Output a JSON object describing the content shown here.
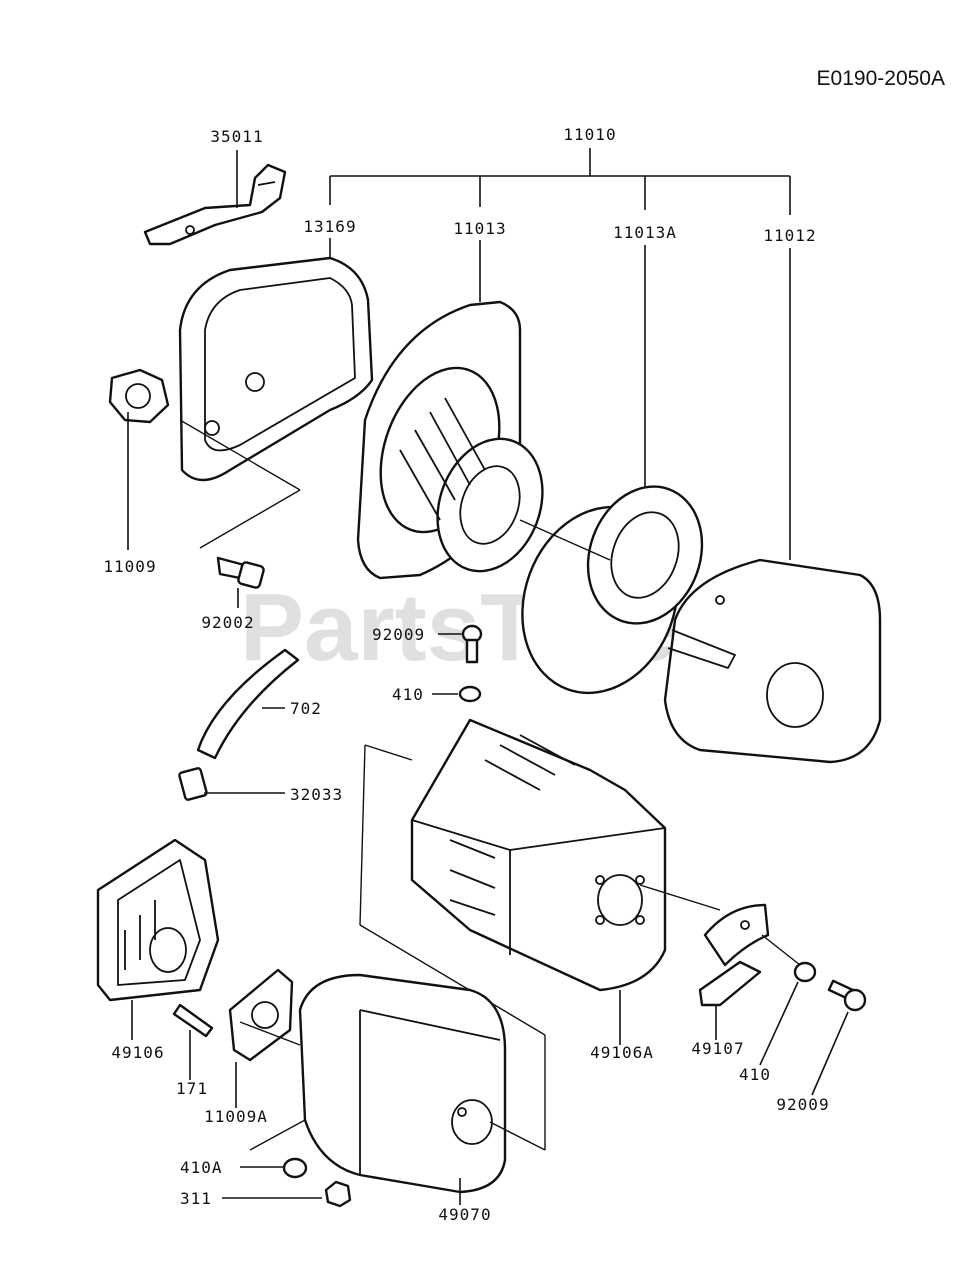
{
  "reference_code": "E0190-2050A",
  "watermark": "PartsTree",
  "callouts": {
    "c35011": "35011",
    "c11010": "11010",
    "c13169": "13169",
    "c11013": "11013",
    "c11013a": "11013A",
    "c11012": "11012",
    "c11009": "11009",
    "c92002": "92002",
    "c92009_top": "92009",
    "c410_top": "410",
    "c702": "702",
    "c32033": "32033",
    "c49106": "49106",
    "c171": "171",
    "c11009a": "11009A",
    "c410a": "410A",
    "c311": "311",
    "c49070": "49070",
    "c49106a": "49106A",
    "c49107": "49107",
    "c410_bottom": "410",
    "c92009_bottom": "92009"
  }
}
